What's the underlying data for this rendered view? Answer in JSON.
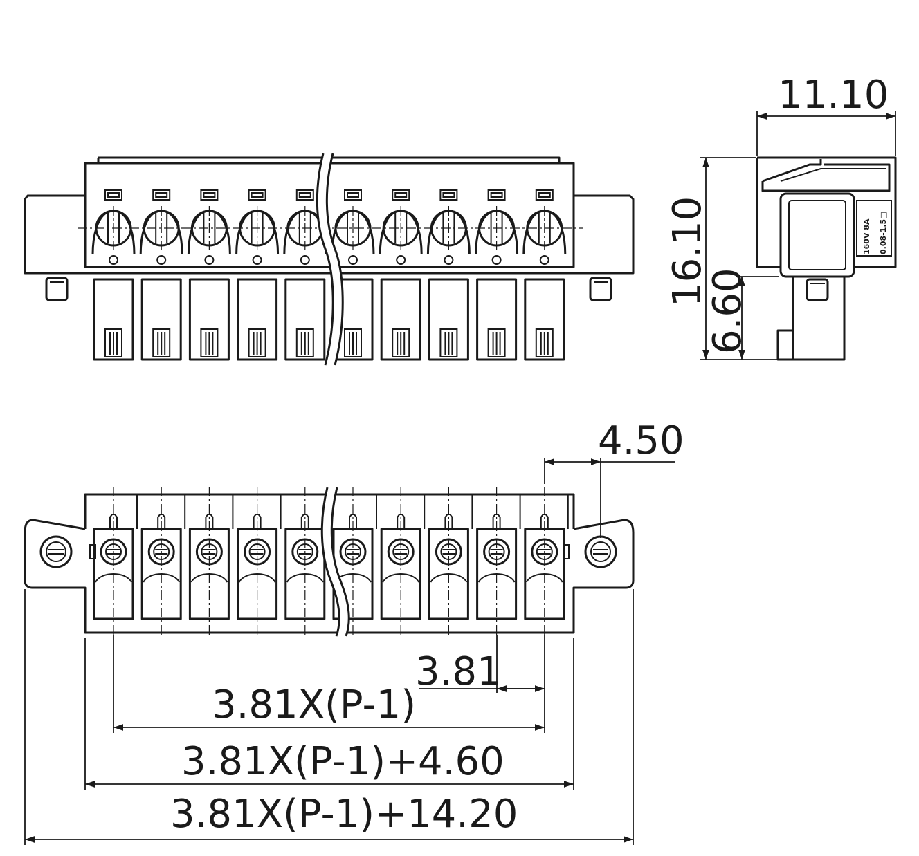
{
  "colors": {
    "line": "#1a1a1a",
    "background": "#ffffff"
  },
  "front_view": {
    "pin_count": 10
  },
  "bottom_view": {
    "pin_count": 10
  },
  "side_view": {
    "label_rating": "160V 8A",
    "label_wire": "0.08-1.5□"
  },
  "dimensions": {
    "width_side": "11.10",
    "height_total": "16.10",
    "height_pin": "6.60",
    "flange_offset": "4.50",
    "pitch": "3.81",
    "span_pins": "3.81X(P-1)",
    "span_body": "3.81X(P-1)+4.60",
    "span_total": "3.81X(P-1)+14.20"
  }
}
